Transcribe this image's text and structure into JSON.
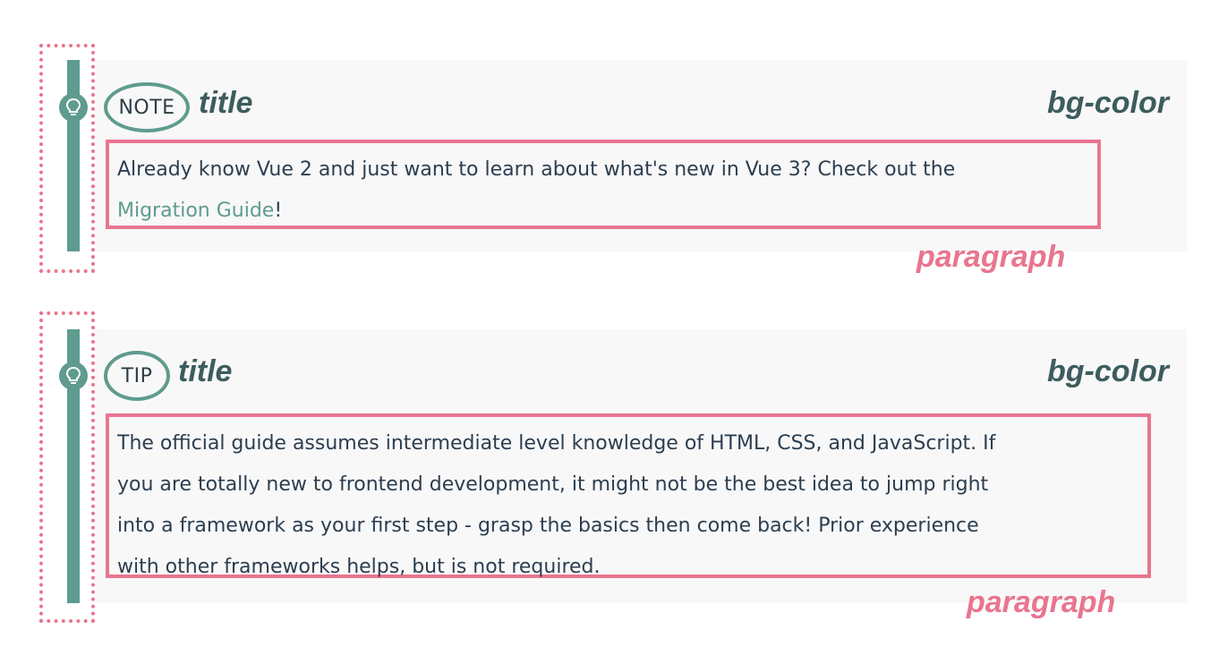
{
  "colors": {
    "accent": "#5f9b8e",
    "highlight": "#e9758f",
    "background": "#f8f8f8",
    "annotation_text": "#3d5c5e"
  },
  "blocks": [
    {
      "badge": "NOTE",
      "title_label": "title",
      "bg_label": "bg-color",
      "paragraph_label": "paragraph",
      "icon": "lightbulb-icon",
      "lines": [
        "Already know Vue 2 and just want to learn about what's new in Vue 3? Check out the"
      ],
      "link_text": "Migration Guide",
      "link_suffix": "!"
    },
    {
      "badge": "TIP",
      "title_label": "title",
      "bg_label": "bg-color",
      "paragraph_label": "paragraph",
      "icon": "lightbulb-icon",
      "lines": [
        "The official guide assumes intermediate level knowledge of HTML, CSS, and JavaScript. If",
        "you are totally new to frontend development, it might not be the best idea to jump right",
        "into a framework as your first step - grasp the basics then come back! Prior experience",
        "with other frameworks helps, but is not required."
      ]
    }
  ]
}
